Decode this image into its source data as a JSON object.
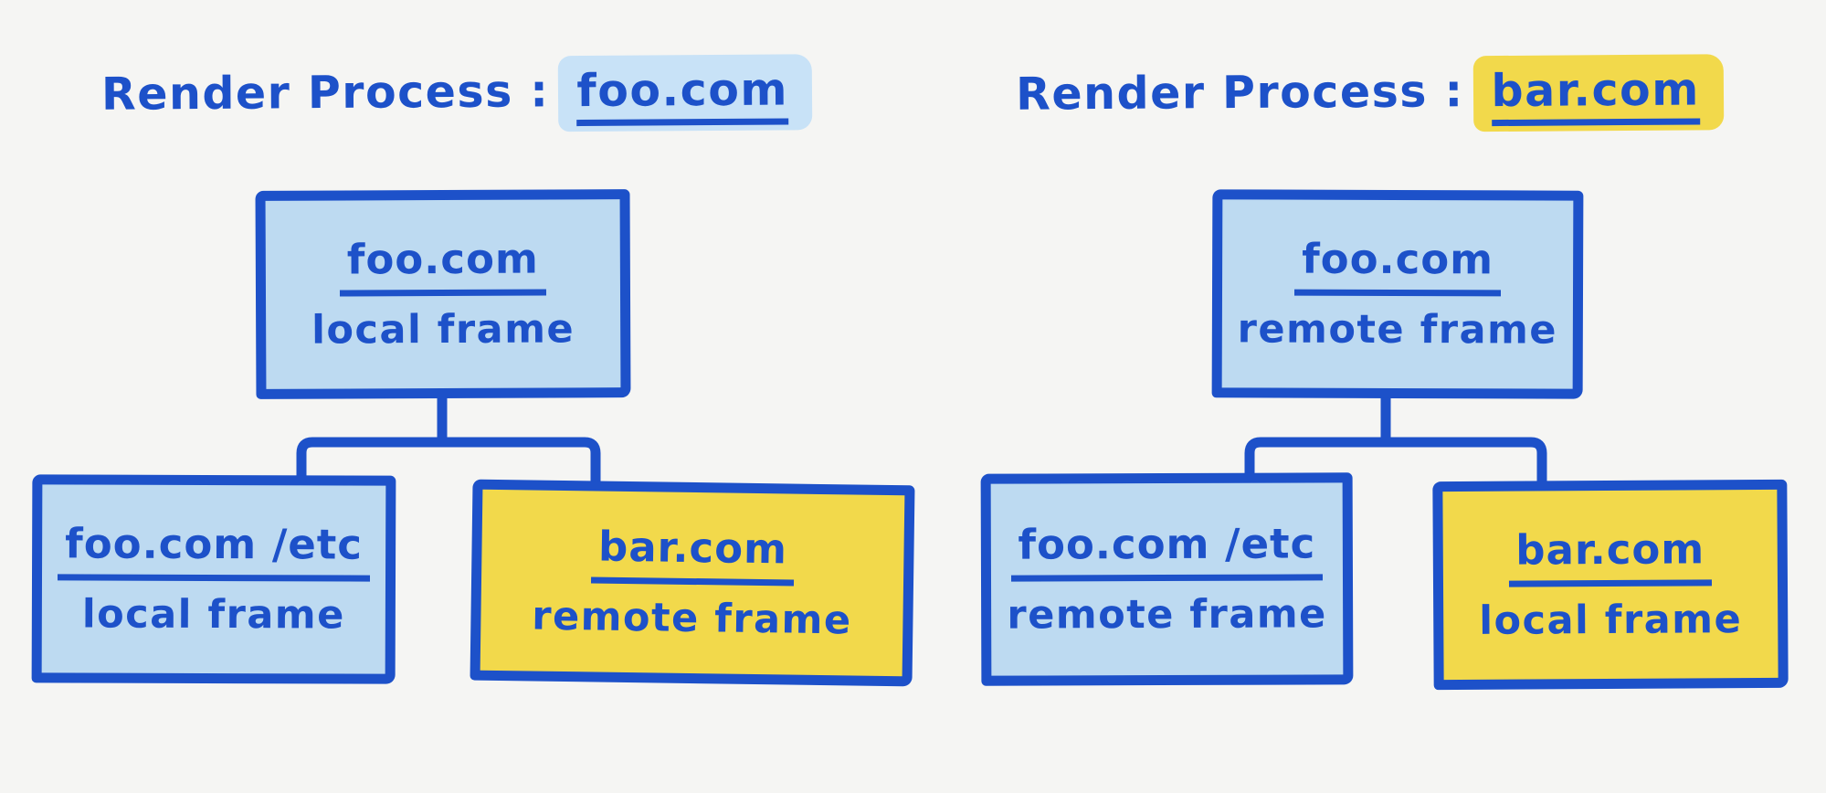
{
  "colors": {
    "bg": "#f5f5f3",
    "ink": "#1d51c9",
    "blue_fill": "#bddaf1",
    "blue_highlight": "#c8e2f7",
    "yellow_fill": "#f2d94b"
  },
  "diagrams": [
    {
      "title": {
        "prefix": "Render Process :",
        "domain": "foo.com",
        "highlight": "blue"
      },
      "root": {
        "domain": "foo.com",
        "frame": "local frame",
        "fill": "blue"
      },
      "children": [
        {
          "domain": "foo.com /etc",
          "frame": "local frame",
          "fill": "blue"
        },
        {
          "domain": "bar.com",
          "frame": "remote frame",
          "fill": "yellow"
        }
      ]
    },
    {
      "title": {
        "prefix": "Render Process :",
        "domain": "bar.com",
        "highlight": "yellow"
      },
      "root": {
        "domain": "foo.com",
        "frame": "remote frame",
        "fill": "blue"
      },
      "children": [
        {
          "domain": "foo.com /etc",
          "frame": "remote frame",
          "fill": "blue"
        },
        {
          "domain": "bar.com",
          "frame": "local frame",
          "fill": "yellow"
        }
      ]
    }
  ]
}
